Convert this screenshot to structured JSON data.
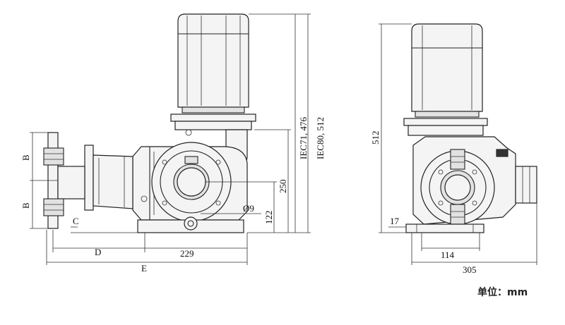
{
  "dimensions": {
    "b_upper": "B",
    "b_lower": "B",
    "c": "C",
    "d": "D",
    "e": "E",
    "d229": "229",
    "phi9": "Ø9",
    "d122": "122",
    "d250": "250",
    "iec71": "IEC71, 476",
    "iec80": "IEC80, 512",
    "d512": "512",
    "d17": "17",
    "d114": "114",
    "d305": "305"
  },
  "unit_label": "单位：mm"
}
